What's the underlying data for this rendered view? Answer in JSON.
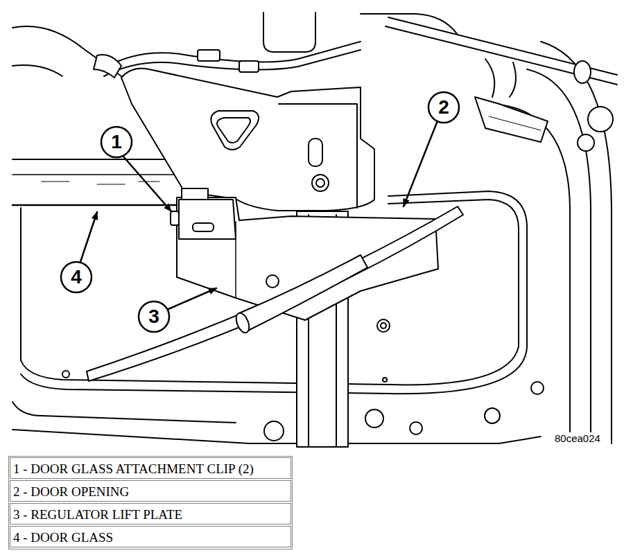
{
  "diagram": {
    "labels": [
      "1",
      "2",
      "3",
      "4",
      "80cea024",
      "1 - DOOR GLASS ATTACHMENT CLIP (2)",
      "2 - DOOR OPENING",
      "3 - REGULATOR LIFT PLATE",
      "4 - DOOR GLASS"
    ]
  }
}
